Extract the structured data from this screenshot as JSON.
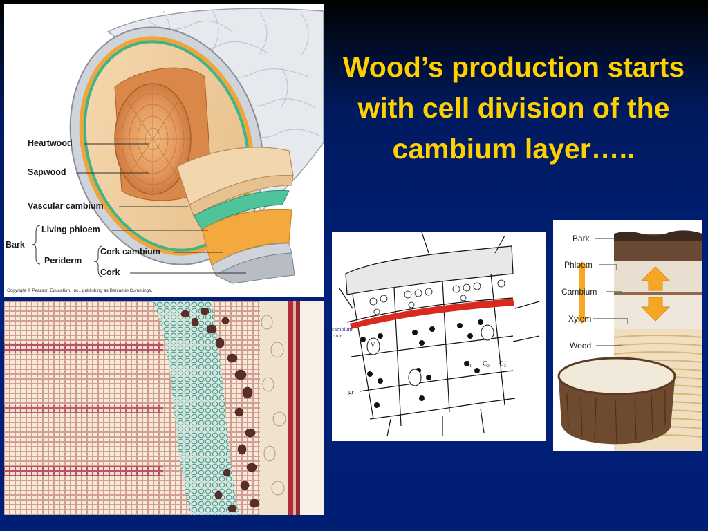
{
  "slide": {
    "title": "Wood’s production starts with cell division of the cambium layer….."
  },
  "stem_diagram": {
    "labels": {
      "heartwood": "Heartwood",
      "sapwood": "Sapwood",
      "vascular_cambium": "Vascular cambium",
      "living_phloem": "Living phloem",
      "bark": "Bark",
      "cork_cambium": "Cork cambium",
      "periderm": "Periderm",
      "cork": "Cork"
    },
    "copyright": "Copyright © Pearson Education, Inc., publishing as Benjamin Cummings."
  },
  "cell_sketch": {
    "cambium_zone_label": "cambium zone",
    "column_labels": [
      "C₁",
      "C₂",
      "C₃"
    ],
    "vessel_label": "V",
    "corner_label": "gr"
  },
  "log_diagram": {
    "labels": {
      "bark": "Bark",
      "phloem": "Phloem",
      "cambium": "Cambium",
      "xylem": "Xylem",
      "wood": "Wood"
    }
  },
  "colors": {
    "title": "#ffd000",
    "background": "#00207a",
    "arrow_orange": "#f5a623",
    "cambium_red": "#d82a1e",
    "cambium_green": "#3db58a"
  },
  "icons": {
    "up_arrow": "up-arrow-icon",
    "down_arrow": "down-arrow-icon"
  }
}
